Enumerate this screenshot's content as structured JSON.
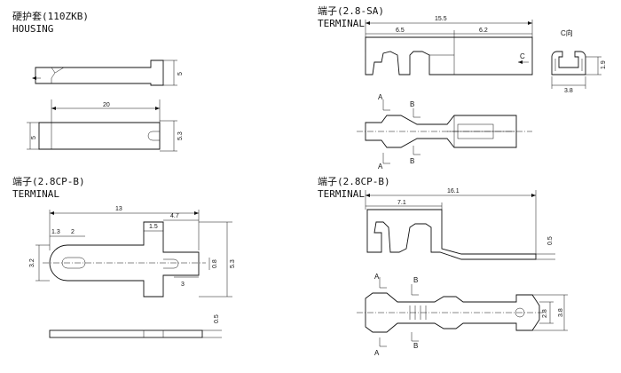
{
  "housing": {
    "title_cn": "硬护套(110ZKB)",
    "title_en": "HOUSING",
    "dims": {
      "length": "20",
      "height_side": "5",
      "width_left": "5",
      "width_right": "5.3"
    }
  },
  "terminal_sa": {
    "title_cn": "端子(2.8-SA)",
    "title_en": "TERMINAL",
    "dims": {
      "overall": "15.5",
      "left": "6.5",
      "right": "6.2",
      "height": "1.9",
      "width": "3.8"
    },
    "view_label": "C向",
    "view_arrow": "C",
    "section_a": "A",
    "section_b": "B"
  },
  "terminal_cpb_left": {
    "title_cn": "端子(2.8CP-B)",
    "title_en": "TERMINAL",
    "dims": {
      "overall": "13",
      "d47": "4.7",
      "d15": "1.5",
      "d13": "1.3",
      "d2": "2",
      "d3": "3",
      "d32": "3.2",
      "d08": "0.8",
      "d53": "5.3",
      "d05": "0.5"
    }
  },
  "terminal_cpb_right": {
    "title_cn": "端子(2.8CP-B)",
    "title_en": "TERMINAL",
    "dims": {
      "overall": "16.1",
      "d71": "7.1",
      "d05": "0.5",
      "d28": "2.8",
      "d38": "3.8"
    },
    "section_a": "A",
    "section_b": "B"
  }
}
